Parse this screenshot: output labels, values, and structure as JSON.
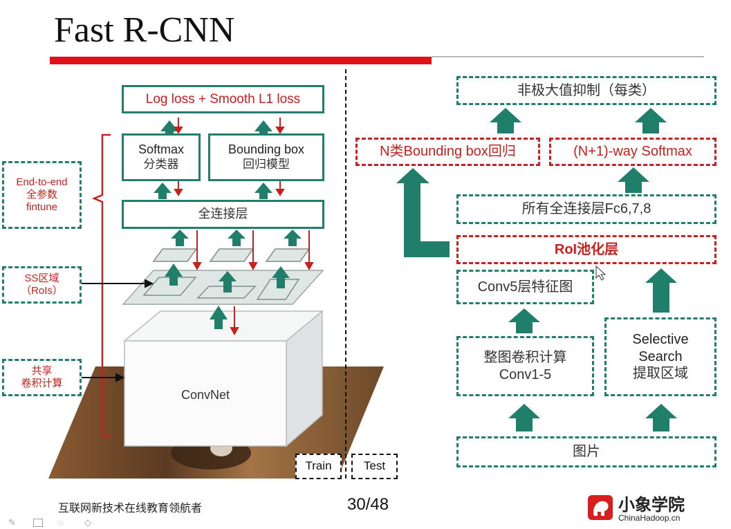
{
  "title": "Fast R-CNN",
  "train": {
    "loss": "Log loss  +  Smooth L1 loss",
    "softmax": {
      "line1": "Softmax",
      "line2": "分类器"
    },
    "bbox": {
      "line1": "Bounding box",
      "line2": "回归模型"
    },
    "fc": "全连接层",
    "convnet": "ConvNet",
    "labels": {
      "end_to_end": {
        "line1": "End-to-end",
        "line2": "全参数",
        "line3": "fintune"
      },
      "ss_region": {
        "line1": "SS区域",
        "line2": "（RoIs）"
      },
      "shared_conv": {
        "line1": "共享",
        "line2": "卷积计算"
      }
    },
    "train_tag": "Train",
    "test_tag": "Test"
  },
  "test": {
    "nms": "非极大值抑制（每类）",
    "bbox_reg": "N类Bounding box回归",
    "softmax": "(N+1)-way Softmax",
    "fc": "所有全连接层Fc6,7,8",
    "roi": "RoI池化层",
    "conv5": "Conv5层特征图",
    "conv15": {
      "line1": "整图卷积计算",
      "line2": "Conv1-5"
    },
    "ss": {
      "line1": "Selective",
      "line2": "Search",
      "line3": "提取区域"
    },
    "image": "图片"
  },
  "footer": {
    "slogan": "互联网新技术在线教育领航者",
    "page": "30/48",
    "logo_name": "小象学院",
    "logo_url": "ChinaHadoop.cn"
  },
  "colors": {
    "teal": "#1f7f6a",
    "red": "#c8201c",
    "title_red": "#e0111b"
  }
}
